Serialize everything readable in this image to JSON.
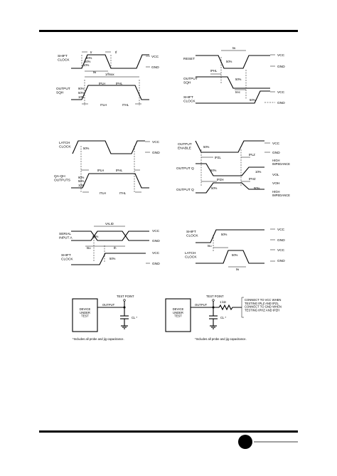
{
  "diagrams": {
    "d1": {
      "signal_shift_clock": "SHIFT\nCLOCK",
      "signal_output": "OUTPUT\nSQH",
      "vcc": "VCC",
      "gnd": "GND",
      "tr": "tr",
      "tf": "tf",
      "tw": "tw",
      "fmax": "1/fmax",
      "tplh": "tPLH",
      "tphl": "tPHL",
      "ttlh": "tTLH",
      "tthl": "tTHL",
      "pct90": "90%",
      "pct50": "50%",
      "pct10": "10%"
    },
    "d2": {
      "signal_reset": "RESET",
      "signal_output": "OUTPUT\nSQH",
      "signal_shift_clock": "SHIFT\nCLOCK",
      "vcc": "VCC",
      "gnd": "GND",
      "tw": "tw",
      "tphl": "tPHL",
      "trec": "trec",
      "pct50": "50%"
    },
    "d3": {
      "signal_latch_clock": "LATCH\nCLOCK",
      "signal_outputs": "QA-QH\nOUTPUTS",
      "vcc": "VCC",
      "gnd": "GND",
      "tplh": "tPLH",
      "tphl": "tPHL",
      "ttlh": "tTLH",
      "tthl": "tTHL",
      "pct90": "90%",
      "pct50": "50%",
      "pct10": "10%"
    },
    "d4": {
      "signal_enable": "OUTPUT\nENABLE",
      "signal_output_q1": "OUTPUT Q",
      "signal_output_q2": "OUTPUT Q",
      "vcc": "VCC",
      "gnd": "GND",
      "tpzl": "tPZL",
      "tplz": "tPLZ",
      "tpzh": "tPZH",
      "tphz": "tPHZ",
      "high_impedance": "HIGH\nIMPEDANCE",
      "vol": "VOL",
      "voh": "VOH",
      "pct10": "10%",
      "pct90": "90%",
      "pct50": "50%"
    },
    "d5": {
      "signal_serial": "SERIAL\nINPUT A",
      "signal_shift_clock": "SHIFT\nCLOCK",
      "valid": "VALID",
      "vcc": "VCC",
      "gnd": "GND",
      "tsu": "tsu",
      "th": "th",
      "pct50": "50%"
    },
    "d6": {
      "signal_shift_clock": "SHIFT\nCLOCK",
      "signal_latch_clock": "LATCH\nCLOCK",
      "vcc": "VCC",
      "gnd": "GND",
      "tsu": "tsu",
      "tw": "tw",
      "pct50": "50%"
    },
    "c1": {
      "device": "DEVICE\nUNDER\nTEST",
      "output": "OUTPUT",
      "test_point": "TEST POINT",
      "cl": "CL *",
      "footnote": "*Includes all probe and jig capacitance."
    },
    "c2": {
      "device": "DEVICE\nUNDER\nTEST",
      "output": "OUTPUT",
      "test_point": "TEST POINT",
      "resistor": "1 kΩ",
      "cl": "CL *",
      "note": "CONNECT TO VCC WHEN\nTESTING tPLZ AND tPZL\nCONNECT TO GND WHEN\nTESTING tPHZ AND tPZH",
      "footnote": "*Includes all probe and jig capacitance."
    }
  }
}
